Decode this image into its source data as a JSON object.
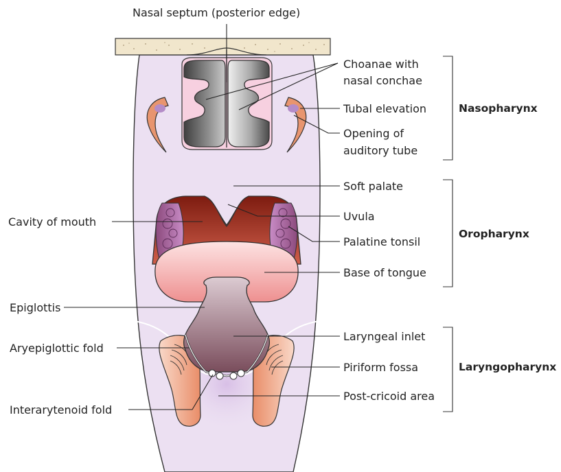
{
  "labels": {
    "nasal_septum": "Nasal septum (posterior edge)",
    "choanae_line1": "Choanae with",
    "choanae_line2": "nasal conchae",
    "tubal_elevation": "Tubal elevation",
    "opening_line1": "Opening of",
    "opening_line2": "auditory tube",
    "soft_palate": "Soft palate",
    "uvula": "Uvula",
    "palatine_tonsil": "Palatine tonsil",
    "base_of_tongue": "Base of tongue",
    "laryngeal_inlet": "Laryngeal inlet",
    "piriform_fossa": "Piriform fossa",
    "post_cricoid_area": "Post-cricoid area",
    "cavity_of_mouth": "Cavity of mouth",
    "epiglottis": "Epiglottis",
    "aryepiglottic_fold": "Aryepiglottic fold",
    "interarytenoid_fold": "Interarytenoid fold"
  },
  "regions": {
    "nasopharynx": "Nasopharynx",
    "oropharynx": "Oropharynx",
    "laryngopharynx": "Laryngopharynx"
  },
  "colors": {
    "pharynx_wall": "#ece0f2",
    "outline": "#333333",
    "concha_dark": "#555555",
    "tubal": "#e8956f",
    "mouth_dark": "#8c2518",
    "tonsil": "#9c5aa6",
    "tongue": "#f2a6a6",
    "epiglottis": "#a98c97"
  }
}
